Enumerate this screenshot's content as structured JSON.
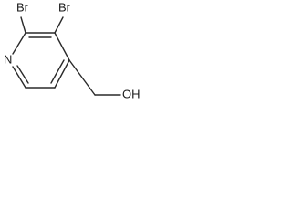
{
  "molecule": {
    "atoms": {
      "nitrogen": "N",
      "bromine_2": "Br",
      "bromine_3": "Br",
      "hydroxyl": "OH"
    },
    "colors": {
      "bond": "#2a2a2a",
      "label": "#1a1a1a",
      "background": "#ffffff"
    }
  }
}
